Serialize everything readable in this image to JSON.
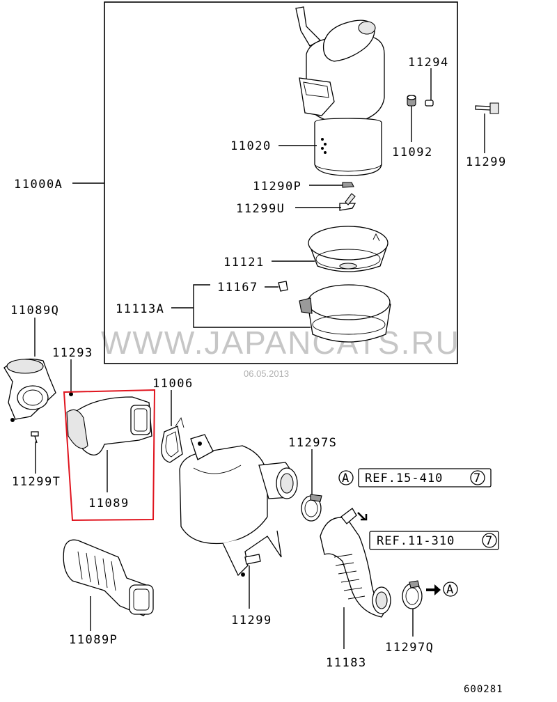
{
  "labels": {
    "l11294": "11294",
    "l11092": "11092",
    "l11299_top": "11299",
    "l11020": "11020",
    "l11000A": "11000A",
    "l11290P": "11290P",
    "l11299U": "11299U",
    "l11121": "11121",
    "l11167": "11167",
    "l11113A": "11113A",
    "l11089Q": "11089Q",
    "l11293": "11293",
    "l11006": "11006",
    "l11297S": "11297S",
    "l11299T": "11299T",
    "l11089": "11089",
    "l11299_bot": "11299",
    "l11089P": "11089P",
    "l11183": "11183",
    "l11297Q": "11297Q"
  },
  "refs": {
    "ref1": {
      "marker": "A",
      "text": "REF.15-410",
      "page": "7"
    },
    "ref2": {
      "text": "REF.11-310",
      "page": "7"
    },
    "arrow_marker": "A"
  },
  "watermark": "WWW.JAPANCATS.RU",
  "date": "06.05.2013",
  "diagram_code": "600281",
  "colors": {
    "highlight": "#e0141e",
    "watermark": "#b4b4b4"
  }
}
